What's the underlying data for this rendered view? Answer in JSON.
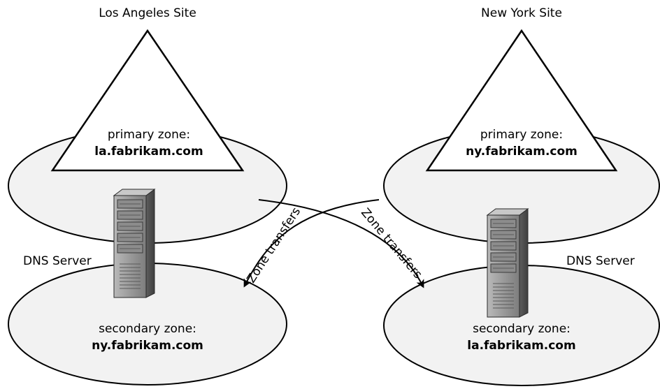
{
  "sites": {
    "left": {
      "name": "Los Angeles Site",
      "primary_label": "primary zone:",
      "primary_zone": "la.fabrikam.com",
      "secondary_label": "secondary zone:",
      "secondary_zone": "ny.fabrikam.com",
      "server_label": "DNS Server"
    },
    "right": {
      "name": "New York Site",
      "primary_label": "primary zone:",
      "primary_zone": "ny.fabrikam.com",
      "secondary_label": "secondary zone:",
      "secondary_zone": "la.fabrikam.com",
      "server_label": "DNS Server"
    }
  },
  "transfers": {
    "left_label": "Zone transfers",
    "right_label": "Zone transfers"
  },
  "icons": {
    "server": "server-tower-icon"
  },
  "colors": {
    "ellipse_fill": "#f2f2f2",
    "line": "#000000"
  }
}
